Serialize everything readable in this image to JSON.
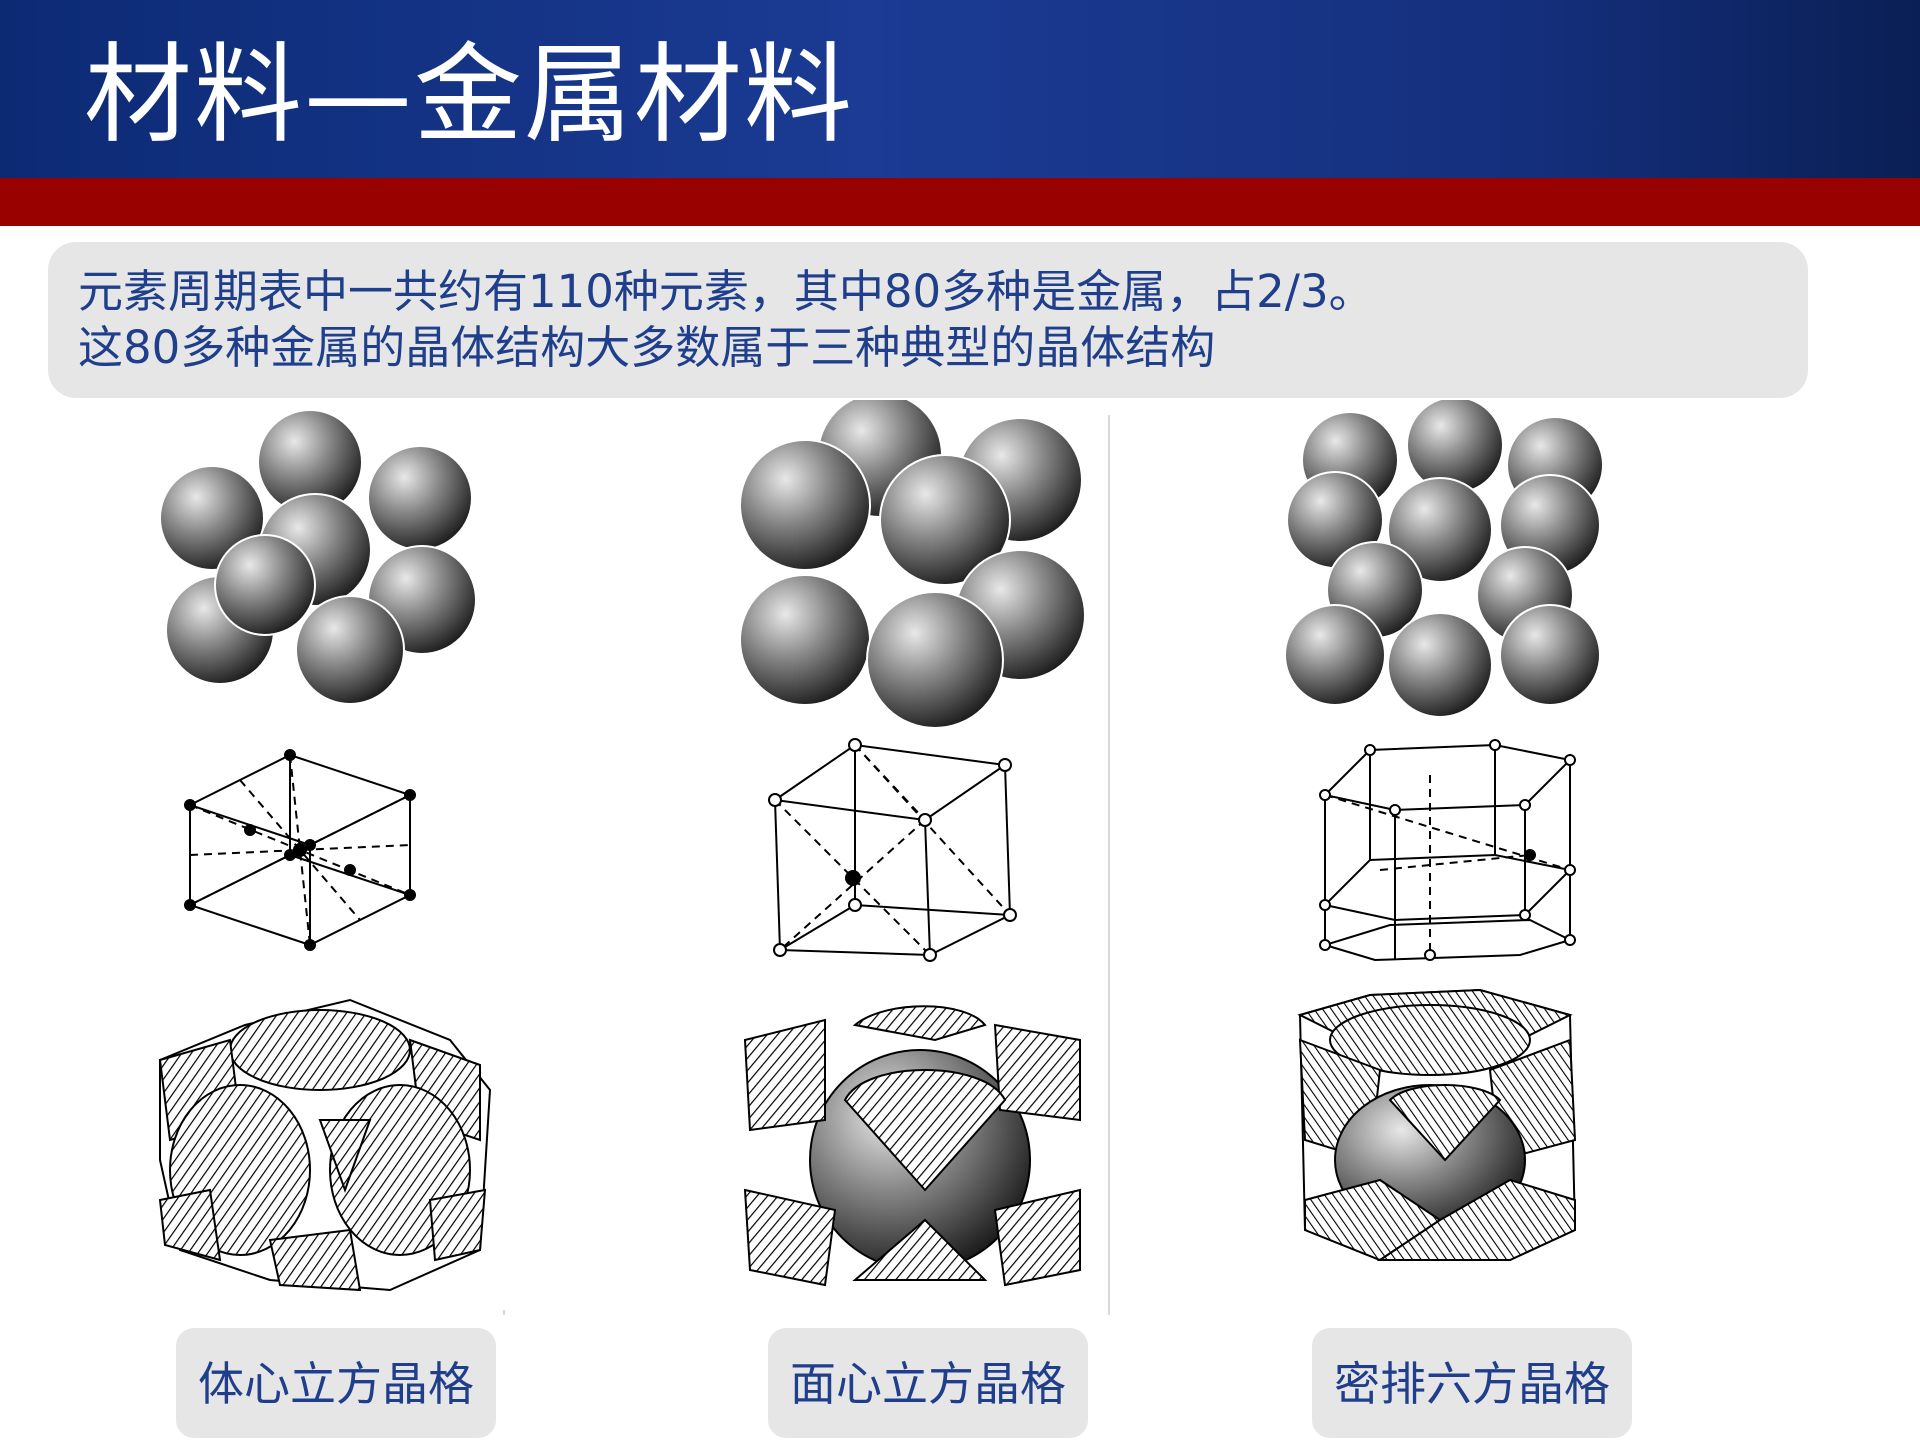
{
  "title": "材料—金属材料",
  "intro": {
    "line1": "元素周期表中一共约有110种元素，其中80多种是金属，占2/3。",
    "line2": "这80多种金属的晶体结构大多数属于三种典型的晶体结构"
  },
  "structures": [
    {
      "label": "体心立方晶格"
    },
    {
      "label": "面心立方晶格"
    },
    {
      "label": "密排六方晶格"
    }
  ],
  "colors": {
    "header_blue": "#1b3b94",
    "red_bar": "#990000",
    "text_blue": "#1f3f8c",
    "panel_gray": "#e6e6e6"
  }
}
